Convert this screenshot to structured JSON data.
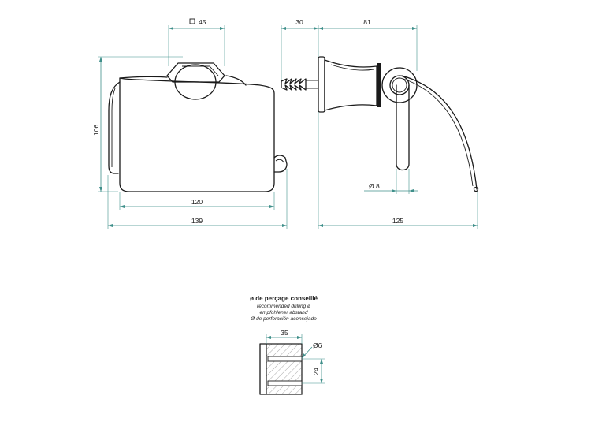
{
  "dimensions": {
    "front_square_width": "45",
    "front_square_symbol": "□",
    "front_height": "106",
    "front_inner_width": "120",
    "front_total_width": "139",
    "side_wall_depth": "30",
    "side_depth": "81",
    "side_total": "125",
    "side_rod_diameter": "Ø 8",
    "drill_width": "35",
    "drill_spacing": "24",
    "drill_hole": "Ø6"
  },
  "drilling_note": {
    "title": "ø de perçage conseillé",
    "line1": "recommended drilling ø",
    "line2": "empfohlener abstand",
    "line3": "Ø de perforación aconsejado"
  },
  "colors": {
    "dimension_lines": "#3f8f8a",
    "outline": "#1a1a1a"
  }
}
